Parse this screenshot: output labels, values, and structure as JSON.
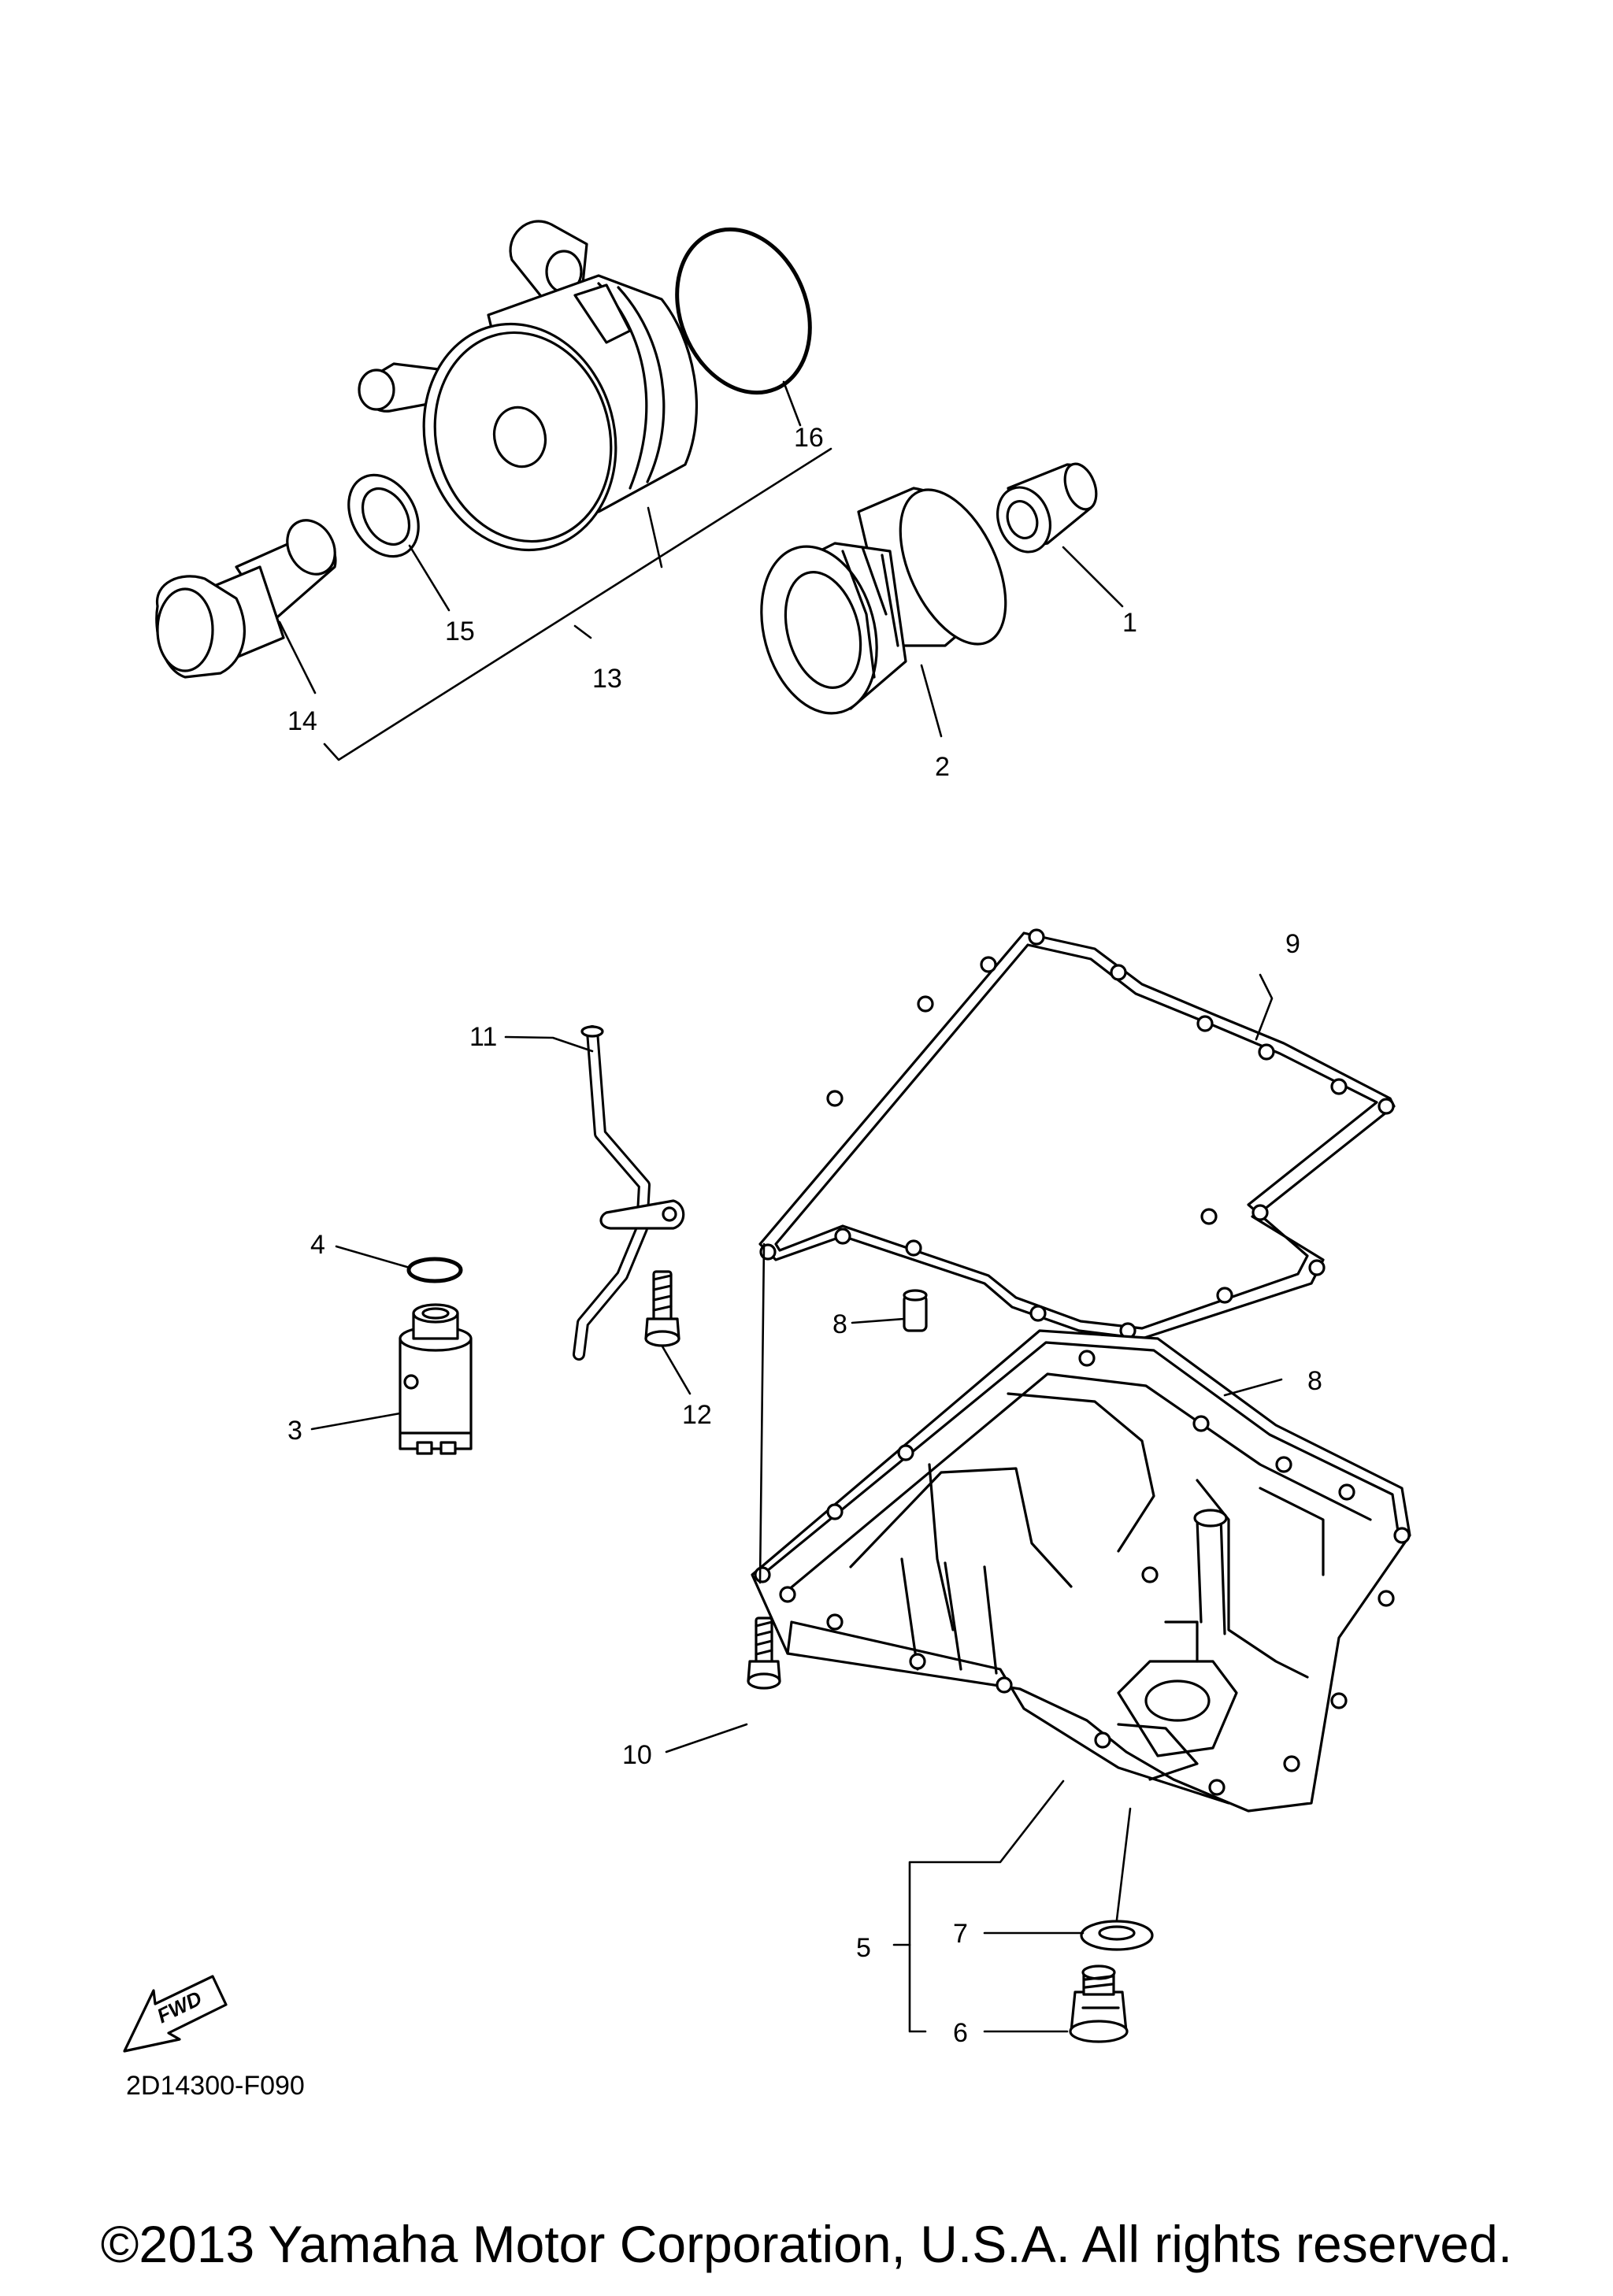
{
  "callouts": {
    "c1": "1",
    "c2": "2",
    "c3": "3",
    "c4": "4",
    "c5": "5",
    "c6": "6",
    "c7": "7",
    "c8a": "8",
    "c8b": "8",
    "c9": "9",
    "c10": "10",
    "c11": "11",
    "c12": "12",
    "c13": "13",
    "c14": "14",
    "c15": "15",
    "c16": "16"
  },
  "fwd_label": "FWD",
  "diagram_code": "2D14300-F090",
  "copyright": "©2013 Yamaha Motor Corporation, U.S.A. All rights reserved."
}
